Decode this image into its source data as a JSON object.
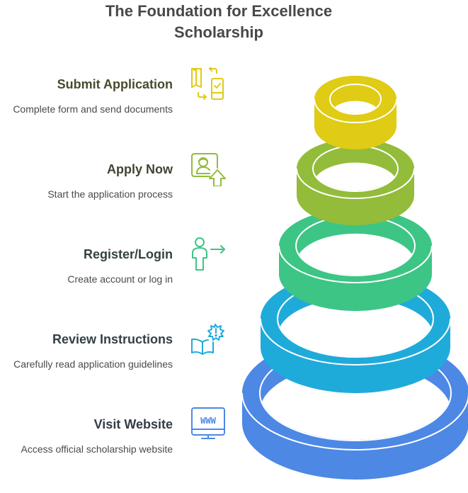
{
  "title": {
    "line1": "The Foundation for Excellence",
    "line2": "Scholarship"
  },
  "steps": [
    {
      "id": "submit-application",
      "heading": "Submit Application",
      "description": "Complete form and send documents",
      "icon": "document-exchange-icon",
      "color": "#E0CB15",
      "text_color": "#4A4A2E"
    },
    {
      "id": "apply-now",
      "heading": "Apply Now",
      "description": "Start the application process",
      "icon": "user-upload-icon",
      "color": "#92BC3A",
      "text_color": "#3F4534"
    },
    {
      "id": "register-login",
      "heading": "Register/Login",
      "description": "Create account or log in",
      "icon": "user-login-icon",
      "color": "#3DC585",
      "text_color": "#34433C"
    },
    {
      "id": "review-instructions",
      "heading": "Review Instructions",
      "description": "Carefully read application guidelines",
      "icon": "book-alert-icon",
      "color": "#1FABDA",
      "text_color": "#333F46"
    },
    {
      "id": "visit-website",
      "heading": "Visit Website",
      "description": "Access official scholarship website",
      "icon": "website-monitor-icon",
      "color": "#4D88E5",
      "text_color": "#333B47",
      "icon_text": "WWW"
    }
  ]
}
